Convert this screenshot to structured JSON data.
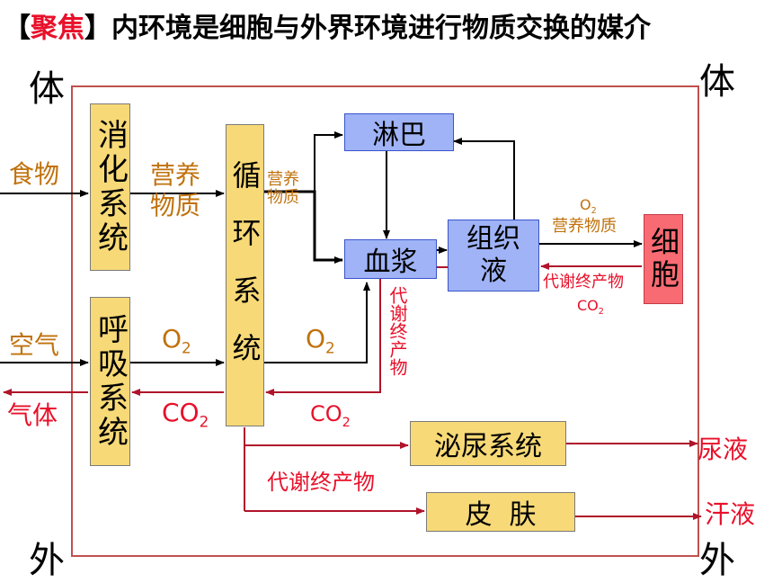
{
  "title": {
    "bracket_open": "【",
    "highlight": "聚焦",
    "bracket_close": "】",
    "text": "内环境是细胞与外界环境进行物质交换的媒介"
  },
  "corners": {
    "top_left": "体",
    "top_right": "体",
    "bottom_left": "外",
    "bottom_right": "外"
  },
  "boxes": {
    "digestive": "消化系统",
    "respiratory": "呼吸系统",
    "circulatory": "循环系统",
    "lymph": "淋巴",
    "plasma": "血浆",
    "tissue_fluid_1": "组织",
    "tissue_fluid_2": "液",
    "cell": "细胞",
    "urinary": "泌尿系统",
    "skin": "皮  肤"
  },
  "labels": {
    "food": "食物",
    "nutrients_1": "营养",
    "nutrients_2": "物质",
    "nutrients_small_1": "营养",
    "nutrients_small_2": "物质",
    "air": "空气",
    "gas": "气体",
    "o2_left": "O",
    "o2_right": "O",
    "co2_left": "CO",
    "co2_right": "CO",
    "sub2": "2",
    "metabolite_vertical": "代谢终产物",
    "o2_top": "O",
    "nutrients_to_cell": "营养物质",
    "metabolite_to_tissue": "代谢终产物",
    "co2_cell": "CO",
    "metabolite_horizontal": "代谢终产物",
    "urine": "尿液",
    "sweat": "汗液"
  },
  "colors": {
    "accent_red": "#e8102a",
    "brown": "#c0720d",
    "yellow_box": "#f7d977",
    "blue_box": "#9fb3f6",
    "cell_box": "#f86b73",
    "frame": "#c0504d"
  }
}
